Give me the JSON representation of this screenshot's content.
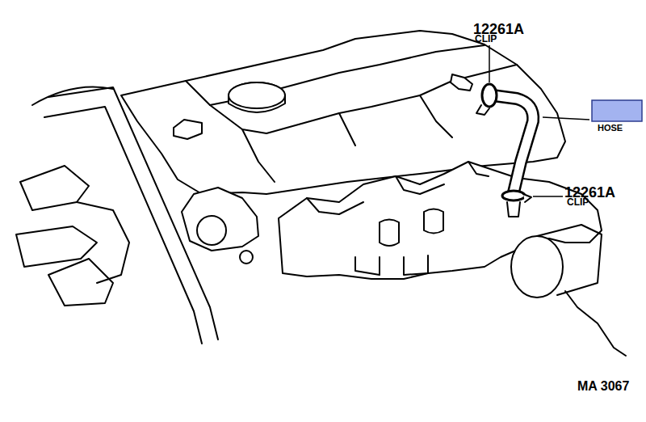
{
  "diagram": {
    "labels": [
      "12261A",
      "CLIP",
      "HOSE",
      "12261A",
      "CLIP",
      "MA 3067"
    ]
  }
}
